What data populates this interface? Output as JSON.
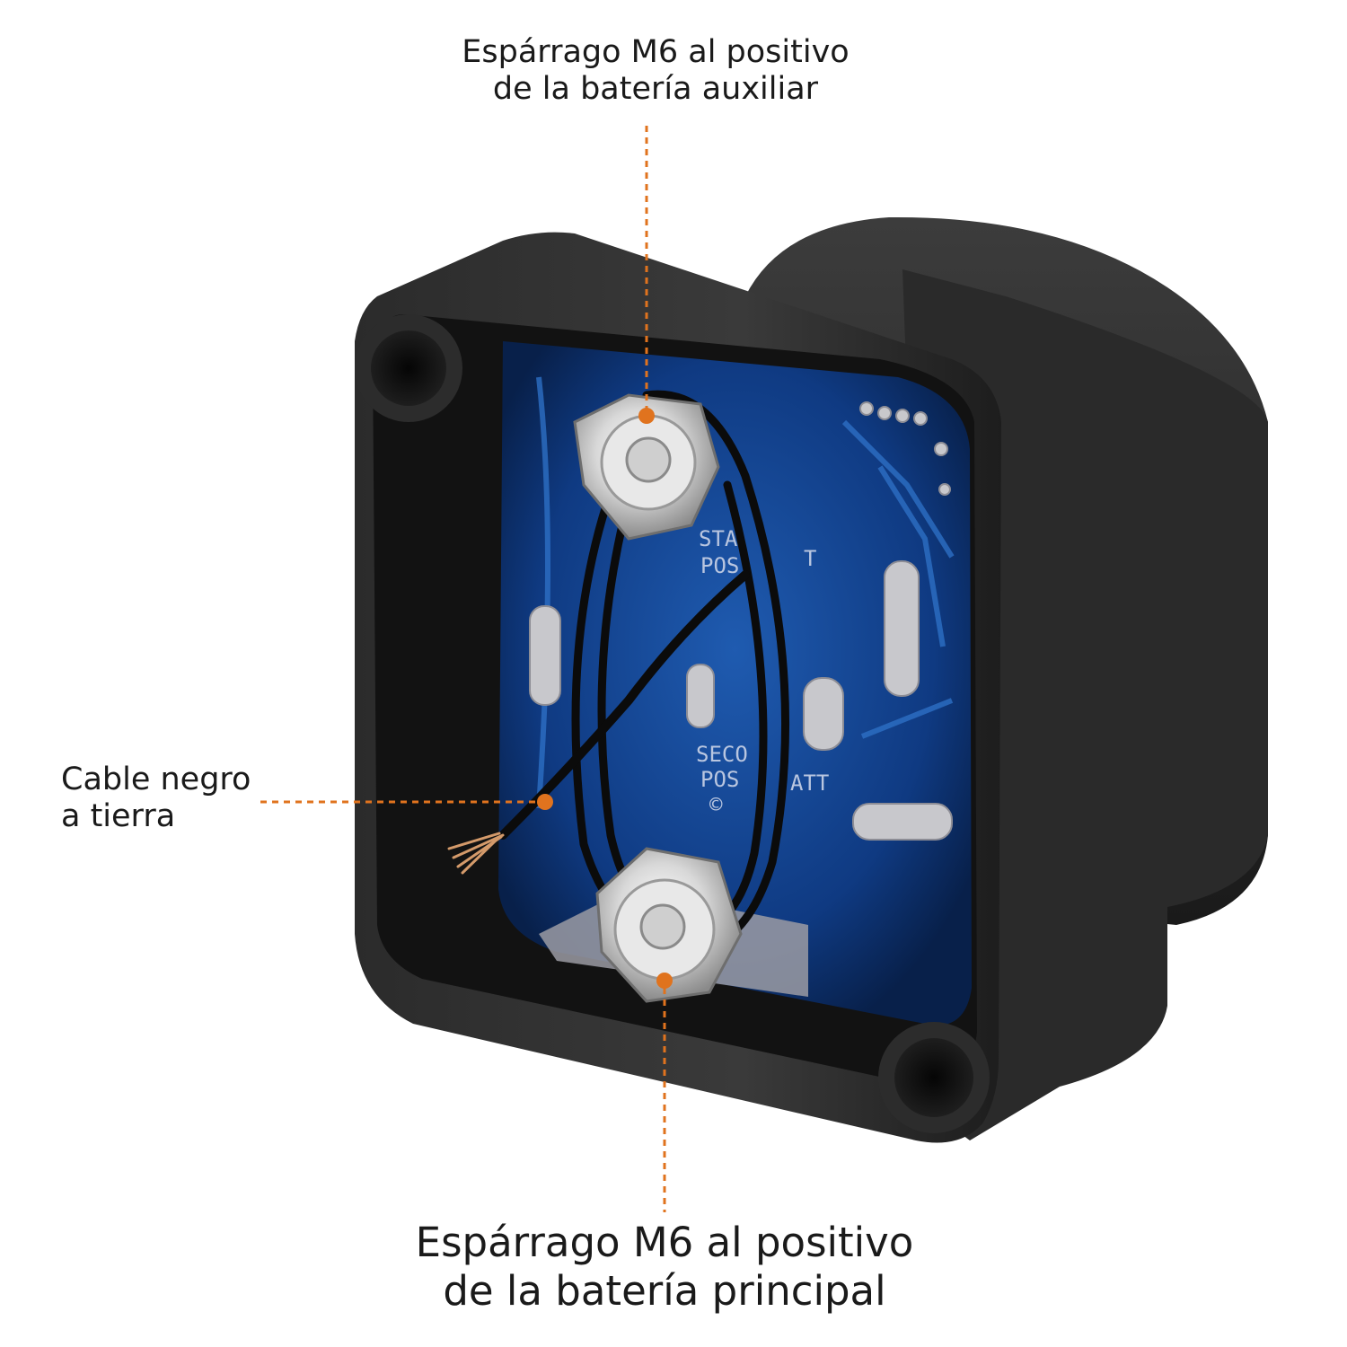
{
  "annotations": {
    "top": {
      "line1": "Espárrago M6 al positivo",
      "line2": "de la batería auxiliar"
    },
    "left": {
      "line1": "Cable negro",
      "line2": "a tierra"
    },
    "bottom": {
      "line1": "Espárrago M6 al positivo",
      "line2": "de la batería principal"
    }
  },
  "pcb_markings": {
    "upper_label_1": "STA",
    "upper_label_2": "POS",
    "upper_suffix": "T",
    "lower_label_1": "SECO",
    "lower_label_2": "POS",
    "lower_suffix_1": "ATT",
    "lower_suffix_2": "©"
  },
  "colors": {
    "accent": "#e0731e",
    "housing": "#262626",
    "pcb": "#0f3a82",
    "text": "#1a1a1a"
  }
}
